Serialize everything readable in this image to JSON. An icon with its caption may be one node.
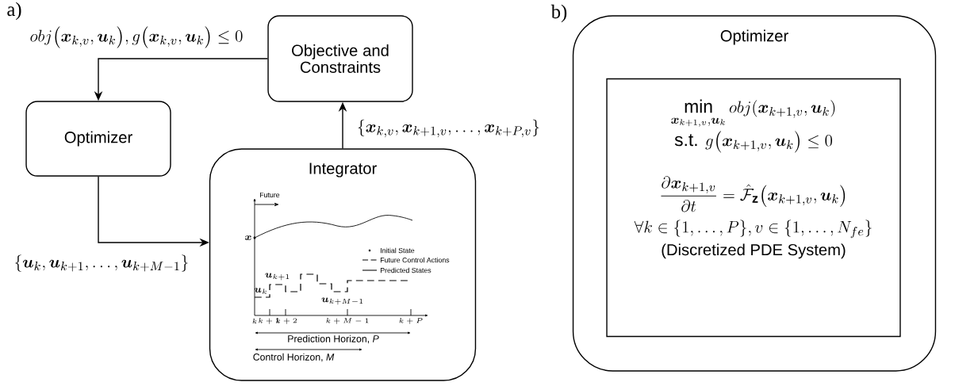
{
  "diagram": {
    "nodes": [
      {
        "text": [
          "Objective and Constraints"
        ]
      },
      {
        "text": [
          "Optimizer"
        ]
      },
      {
        "text": [
          "Integrator"
        ]
      },
      {
        "text": [
          "Optimizer"
        ]
      },
      {
        "text": [
          "\\min\\limits_{\\boldsymbol{x}_{k+1,v},\\boldsymbol{u}_k} obj(\\boldsymbol{x}_{k+1,v},\\boldsymbol{u}_k)",
          "\\text{s.t. } g\\big(\\boldsymbol{x}_{k+1,v},\\boldsymbol{u}_k\\big) \\le 0",
          "\\frac{\\partial \\boldsymbol{x}_{k+1,v}}{\\partial t} = \\hat{\\mathcal{F}}_{\\mathbf{z}}\\big(\\boldsymbol{x}_{k+1,v},\\boldsymbol{u}_k\\big)",
          "\\forall k \\in \\{1,\\dots,P\\}, v \\in \\{1,\\dots,N_{fe}\\}",
          "(Discretized PDE System)"
        ],
        "in": 3
      }
    ],
    "edges": [
      {
        "from": 0,
        "to": 1,
        "arrow": "to",
        "label": "obj\\big(\\boldsymbol{x}_{k,v},\\boldsymbol{u}_k\\big), g\\big(\\boldsymbol{x}_{k,v},\\boldsymbol{u}_k\\big) \\le 0"
      },
      {
        "from": 1,
        "to": 2,
        "arrow": "to",
        "label": "\\{\\boldsymbol{u}_k,\\boldsymbol{u}_{k+1},\\dots,\\boldsymbol{u}_{k+M-1}\\}"
      },
      {
        "from": 2,
        "to": 0,
        "arrow": "to",
        "label": "\\{\\boldsymbol{x}_{k,v},\\boldsymbol{x}_{k+1,v},\\dots,\\boldsymbol{x}_{k+P,v}\\}"
      }
    ],
    "labels": [
      "a)",
      "b)",
      "Future",
      "\\boldsymbol{x}",
      "\\boldsymbol{u}_{k+1}",
      "\\boldsymbol{u}_k",
      "\\boldsymbol{u}_{k+M-1}",
      "k",
      "k+1",
      "k+2",
      "k+M-1",
      "k+P",
      "Prediction Horizon, *P*",
      "Control Horizon, *M*"
    ],
    "legend": [
      {
        "text": "Initial State"
      },
      {
        "text": "Future Control Actions"
      },
      {
        "text": "Predicted States"
      }
    ]
  }
}
